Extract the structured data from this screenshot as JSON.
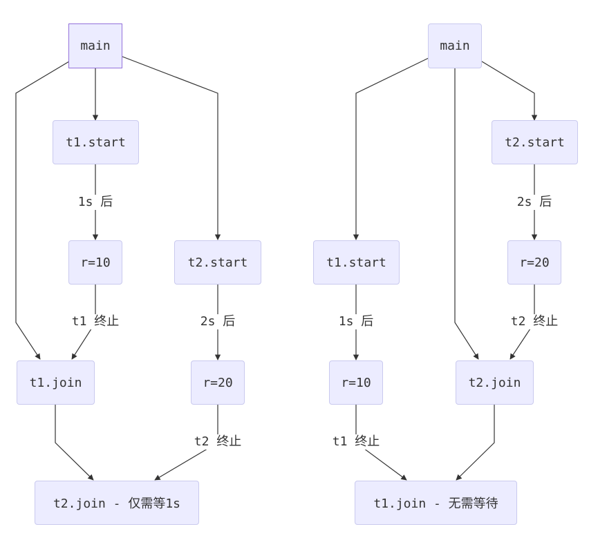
{
  "left_diagram": {
    "main": "main",
    "t1_start": "t1.start",
    "t2_start": "t2.start",
    "r10": "r=10",
    "r20": "r=20",
    "t1_join": "t1.join",
    "t2_join": "t2.join - 仅需等1s",
    "label_1s": "1s 后",
    "label_2s": "2s 后",
    "label_t1_end": "t1 终止",
    "label_t2_end": "t2 终止"
  },
  "right_diagram": {
    "main": "main",
    "t1_start": "t1.start",
    "t2_start": "t2.start",
    "r10": "r=10",
    "r20": "r=20",
    "t2_join": "t2.join",
    "t1_join": "t1.join - 无需等待",
    "label_1s": "1s 后",
    "label_2s": "2s 后",
    "label_t1_end": "t1 终止",
    "label_t2_end": "t2 终止"
  },
  "colors": {
    "node_fill": "#ECECFF",
    "node_border": "#C9C9EE",
    "edge": "#333333",
    "text": "#333333"
  }
}
